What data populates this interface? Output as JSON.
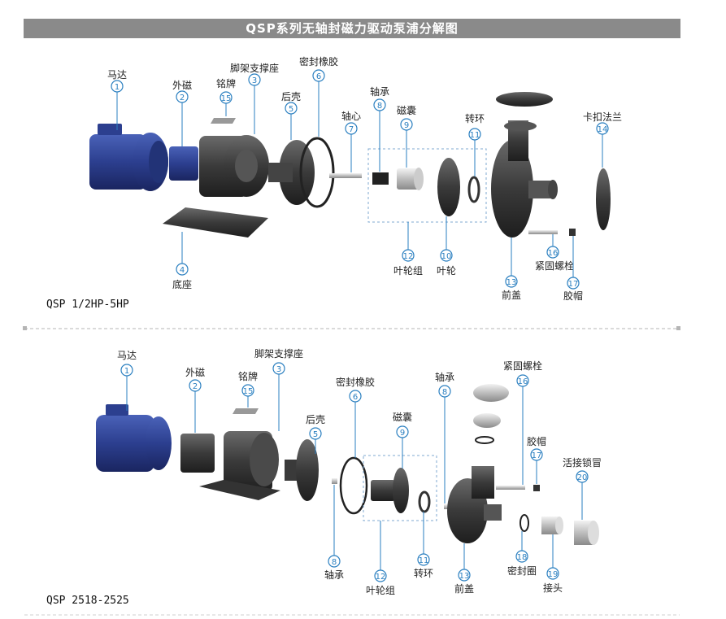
{
  "title": "QSP系列无轴封磁力驱动泵浦分解图",
  "diagram1": {
    "model": "QSP 1/2HP-5HP",
    "callouts": [
      {
        "num": "1",
        "label": "马达"
      },
      {
        "num": "2",
        "label": "外磁"
      },
      {
        "num": "15",
        "label": "铭牌"
      },
      {
        "num": "3",
        "label": "脚架支撑座"
      },
      {
        "num": "5",
        "label": "后壳"
      },
      {
        "num": "6",
        "label": "密封橡胶"
      },
      {
        "num": "7",
        "label": "轴心"
      },
      {
        "num": "8",
        "label": "轴承"
      },
      {
        "num": "9",
        "label": "磁囊"
      },
      {
        "num": "11",
        "label": "转环"
      },
      {
        "num": "14",
        "label": "卡扣法兰"
      },
      {
        "num": "4",
        "label": "底座"
      },
      {
        "num": "12",
        "label": "叶轮组"
      },
      {
        "num": "10",
        "label": "叶轮"
      },
      {
        "num": "16",
        "label": "紧固螺栓"
      },
      {
        "num": "13",
        "label": "前盖"
      },
      {
        "num": "17",
        "label": "胶帽"
      }
    ]
  },
  "diagram2": {
    "model": "QSP 2518-2525",
    "callouts": [
      {
        "num": "1",
        "label": "马达"
      },
      {
        "num": "2",
        "label": "外磁"
      },
      {
        "num": "15",
        "label": "铭牌"
      },
      {
        "num": "3",
        "label": "脚架支撑座"
      },
      {
        "num": "6",
        "label": "密封橡胶"
      },
      {
        "num": "8",
        "label": "轴承"
      },
      {
        "num": "16",
        "label": "紧固螺栓"
      },
      {
        "num": "5",
        "label": "后壳"
      },
      {
        "num": "9",
        "label": "磁囊"
      },
      {
        "num": "17",
        "label": "胶帽"
      },
      {
        "num": "20",
        "label": "活接锁冒"
      },
      {
        "num": "8",
        "label": "轴承"
      },
      {
        "num": "12",
        "label": "叶轮组"
      },
      {
        "num": "11",
        "label": "转环"
      },
      {
        "num": "13",
        "label": "前盖"
      },
      {
        "num": "18",
        "label": "密封圈"
      },
      {
        "num": "19",
        "label": "接头"
      }
    ]
  },
  "colors": {
    "title_bg": "#8a8a8a",
    "callout": "#2a7fc0",
    "motor": "#2c3f8f",
    "part_dark": "#3a3a3a"
  }
}
